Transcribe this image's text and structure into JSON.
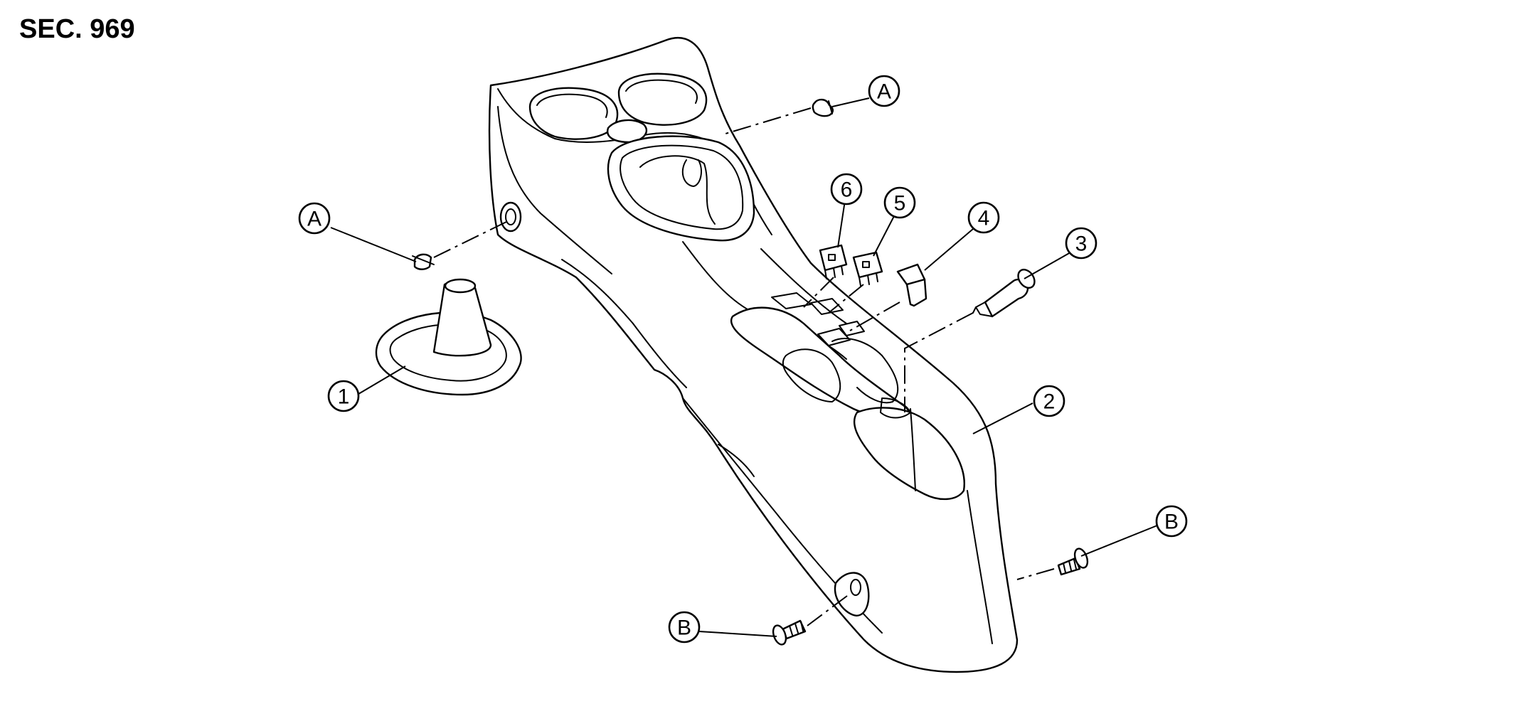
{
  "section_label": "SEC. 969",
  "callouts": {
    "c1": "1",
    "c2": "2",
    "c3": "3",
    "c4": "4",
    "c5": "5",
    "c6": "6",
    "a_top": "A",
    "a_left": "A",
    "b_right": "B",
    "b_bottom": "B"
  }
}
